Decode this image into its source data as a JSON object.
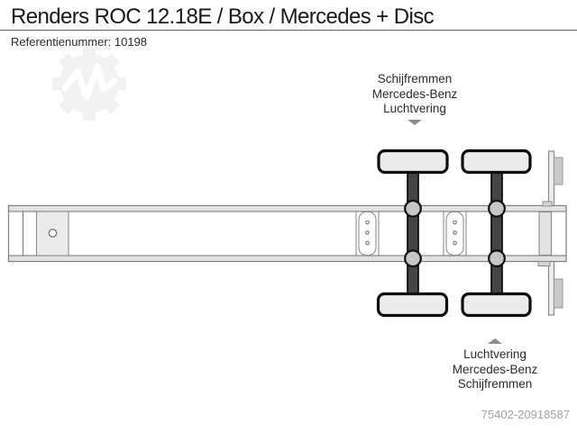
{
  "header": {
    "title": "Renders ROC 12.18E / Box / Mercedes + Disc",
    "reference": "Referentienummer: 10198"
  },
  "annotations": {
    "front_axle": {
      "lines": [
        "Schijfremmen",
        "Mercedes-Benz",
        "Luchtvering"
      ],
      "arrow_direction": "down"
    },
    "rear_axle": {
      "lines": [
        "Luchtvering",
        "Mercedes-Benz",
        "Schijfremmen"
      ],
      "arrow_direction": "up"
    }
  },
  "diagram": {
    "type": "trailer-chassis-top-view",
    "axle_count": 2,
    "wheel_count": 4
  },
  "watermark": {
    "icon": "gear-logo"
  },
  "footer": {
    "image_id": "75402-20918587"
  },
  "colors": {
    "title_text": "#191919",
    "divider": "#5f5f5f",
    "annotation_text": "#2b2b2b",
    "arrow": "#8c8c8c",
    "image_id_text": "#a3a3a3",
    "frame_outline": "#7e7e7e",
    "frame_fill": "#e2e2e2",
    "tire_outline": "#0d0d0d",
    "tire_fill": "#ececec",
    "axle_fill": "#454545",
    "suspension_fill": "#c6c6c6",
    "watermark": "#f2f2f2"
  }
}
